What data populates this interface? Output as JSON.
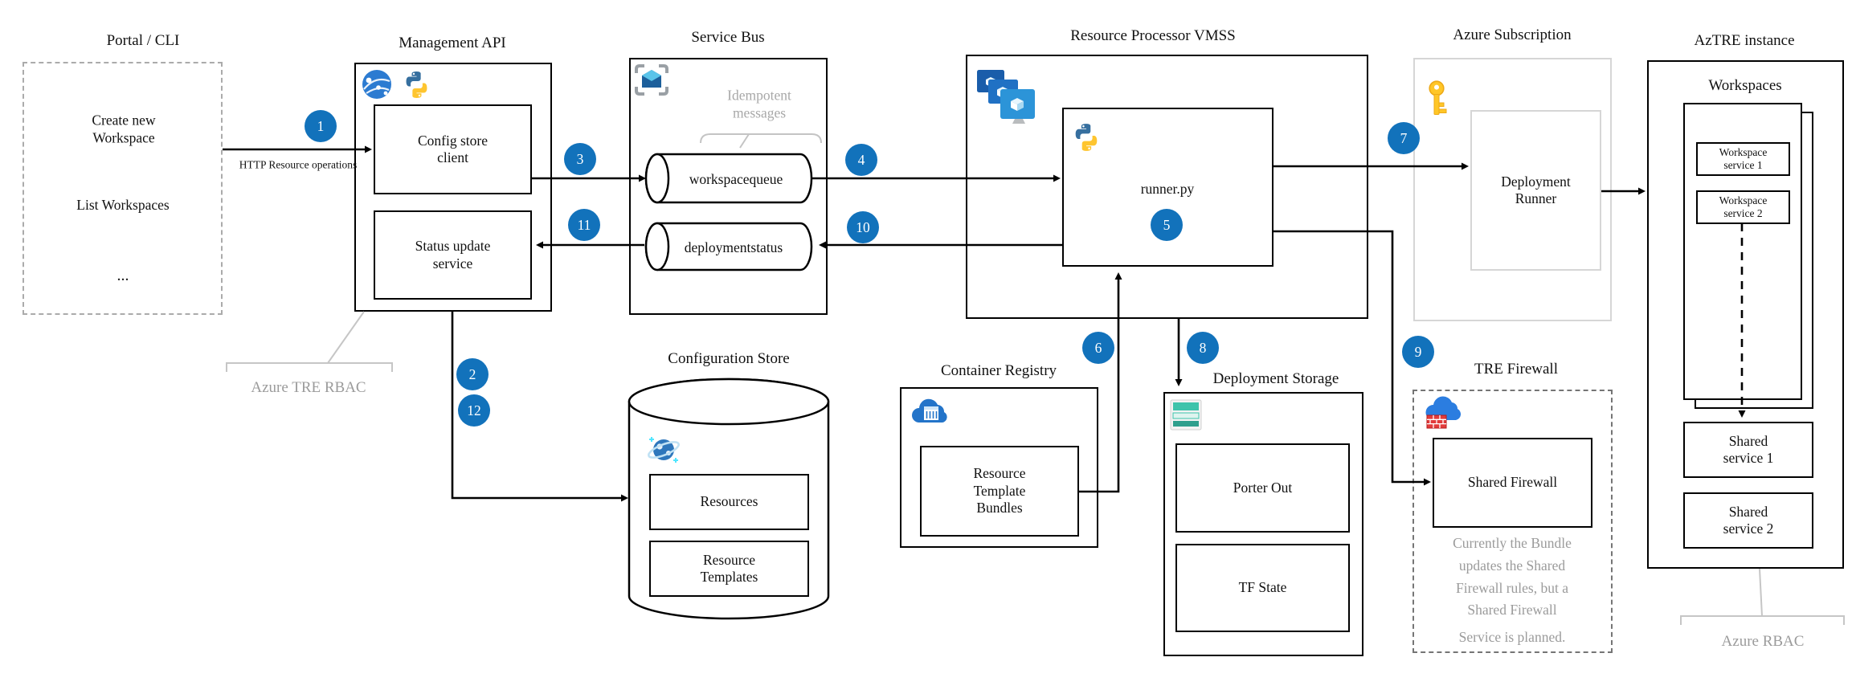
{
  "portal": {
    "title": "Portal / CLI",
    "create_new_workspace": "Create new Workspace",
    "list_workspaces": "List Workspaces",
    "more": "..."
  },
  "arrow_labels": {
    "http": "HTTP Resource operations"
  },
  "management_api": {
    "title": "Management API",
    "config_store_client": "Config store client",
    "status_update_service": "Status update service"
  },
  "rbac": {
    "tre": "Azure TRE RBAC",
    "azure": "Azure RBAC"
  },
  "service_bus": {
    "title": "Service Bus",
    "idempotent": "Idempotent messages",
    "workspacequeue": "workspacequeue",
    "deploymentstatus": "deploymentstatus"
  },
  "configuration_store": {
    "title": "Configuration Store",
    "resources": "Resources",
    "resource_templates": "Resource Templates"
  },
  "vmss": {
    "title": "Resource Processor VMSS",
    "runner": "runner.py"
  },
  "container_registry": {
    "title": "Container Registry",
    "bundles": "Resource Template Bundles"
  },
  "deployment_storage": {
    "title": "Deployment Storage",
    "porter_out": "Porter Out",
    "tf_state": "TF State"
  },
  "azure_subscription": {
    "title": "Azure Subscription",
    "deployment_runner": "Deployment Runner"
  },
  "tre_firewall": {
    "title": "TRE Firewall",
    "shared_firewall": "Shared Firewall",
    "note1": "Currently the Bundle",
    "note2": "updates the Shared",
    "note3": "Firewall rules, but a",
    "note4": "Shared Firewall",
    "note5": "Service is planned."
  },
  "aztre": {
    "title": "AzTRE instance",
    "workspaces": "Workspaces",
    "workspace_service_1": "Workspace service 1",
    "workspace_service_2": "Workspace service 2",
    "shared_service_1": "Shared service 1",
    "shared_service_2": "Shared service 2"
  },
  "badges": {
    "b1": "1",
    "b2": "2",
    "b3": "3",
    "b4": "4",
    "b5": "5",
    "b6": "6",
    "b7": "7",
    "b8": "8",
    "b9": "9",
    "b10": "10",
    "b11": "11",
    "b12": "12"
  },
  "icons": {
    "api": "api-globe-icon",
    "python": "python-icon",
    "service_bus": "service-bus-icon",
    "vmss": "vmss-icon",
    "cosmos": "cosmos-db-icon",
    "registry": "container-registry-icon",
    "storage": "storage-account-icon",
    "key": "subscription-key-icon",
    "firewall": "firewall-cloud-icon"
  },
  "colors": {
    "badge_blue": "#1272bb",
    "gray_text": "#a8a8a8",
    "light_border": "#d6d6d6",
    "teal": "#3ec3ab"
  }
}
